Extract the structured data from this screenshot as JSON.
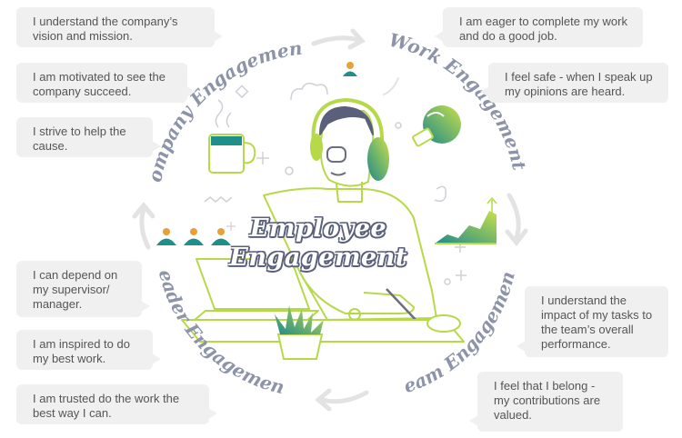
{
  "title": {
    "line1": "Employee",
    "line2": "Engagement"
  },
  "sections": {
    "company": {
      "label": "Company Engagement",
      "statements": [
        "I understand the company’s vision and mission.",
        "I am motivated to see the company succeed.",
        "I strive to help the cause."
      ]
    },
    "work": {
      "label": "Work Engagement",
      "statements": [
        "I am eager to complete my work and do a good job.",
        "I feel safe - when I speak up  my opinions are heard."
      ]
    },
    "team": {
      "label": "Team Engagement",
      "statements": [
        "I understand the impact of my tasks to the team’s overall performance.",
        "I feel that I belong - my contributions are valued."
      ]
    },
    "leader": {
      "label": "Leader Engagement",
      "statements": [
        "I can depend on my supervisor/ manager.",
        "I am inspired to do my best work.",
        "I am trusted do the work the best way I can."
      ]
    }
  },
  "colors": {
    "accent": "#b6d94a",
    "teal": "#1f8f8a",
    "label": "#8d93a8",
    "bubble": "#f0f0f0",
    "text": "#555555"
  },
  "icons": [
    "coffee-mug-icon",
    "lightbulb-icon",
    "growth-chart-icon",
    "people-icon",
    "plant-icon",
    "person-icon",
    "paperclip-icon",
    "cloud-icon",
    "arrow-icon"
  ]
}
